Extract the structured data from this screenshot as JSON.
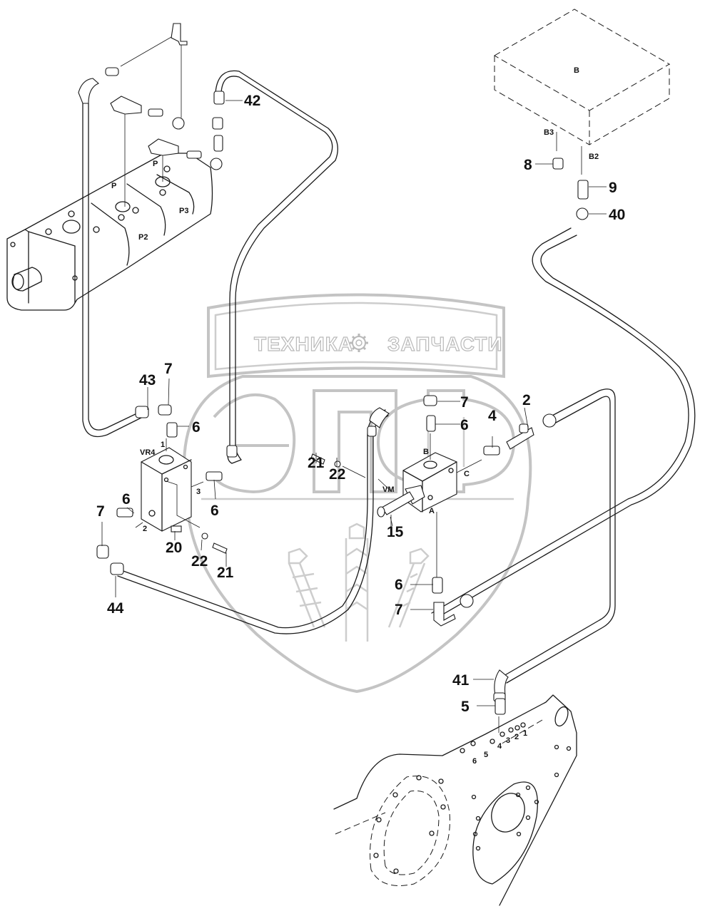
{
  "diagram": {
    "type": "exploded hydraulic parts diagram",
    "watermark": {
      "text_left": "ТЕХНИКА",
      "text_right": "ЗАПЧАСТИ",
      "logo_letters": "ЭПФ",
      "watermark_color": "#c4c4c4"
    },
    "components": {
      "pump": {
        "ports": [
          "P",
          "P"
        ],
        "sections": [
          "P2",
          "P3"
        ]
      },
      "block_b": {
        "label": "B",
        "ports": [
          "B3",
          "B2"
        ]
      },
      "valve_vr4": {
        "label": "VR4",
        "ports": [
          "1",
          "2",
          "3"
        ]
      },
      "valve_vm": {
        "label": "VM",
        "ports": [
          "B",
          "C",
          "A"
        ]
      },
      "housing_plate": {
        "port_numbers": [
          "1",
          "2",
          "3",
          "4",
          "5",
          "6"
        ]
      }
    },
    "callouts": [
      {
        "id": "c42",
        "label": "42"
      },
      {
        "id": "c8",
        "label": "8"
      },
      {
        "id": "c9",
        "label": "9"
      },
      {
        "id": "c40",
        "label": "40"
      },
      {
        "id": "c43",
        "label": "43"
      },
      {
        "id": "c7a",
        "label": "7"
      },
      {
        "id": "c6a",
        "label": "6"
      },
      {
        "id": "c6b",
        "label": "6"
      },
      {
        "id": "c6c",
        "label": "6"
      },
      {
        "id": "c7b",
        "label": "7"
      },
      {
        "id": "c20",
        "label": "20"
      },
      {
        "id": "c22a",
        "label": "22"
      },
      {
        "id": "c21a",
        "label": "21"
      },
      {
        "id": "c44",
        "label": "44"
      },
      {
        "id": "c21b",
        "label": "21"
      },
      {
        "id": "c22b",
        "label": "22"
      },
      {
        "id": "c7c",
        "label": "7"
      },
      {
        "id": "c6d",
        "label": "6"
      },
      {
        "id": "c4",
        "label": "4"
      },
      {
        "id": "c2",
        "label": "2"
      },
      {
        "id": "c15",
        "label": "15"
      },
      {
        "id": "c6e",
        "label": "6"
      },
      {
        "id": "c7d",
        "label": "7"
      },
      {
        "id": "c41",
        "label": "41"
      },
      {
        "id": "c5",
        "label": "5"
      }
    ]
  }
}
